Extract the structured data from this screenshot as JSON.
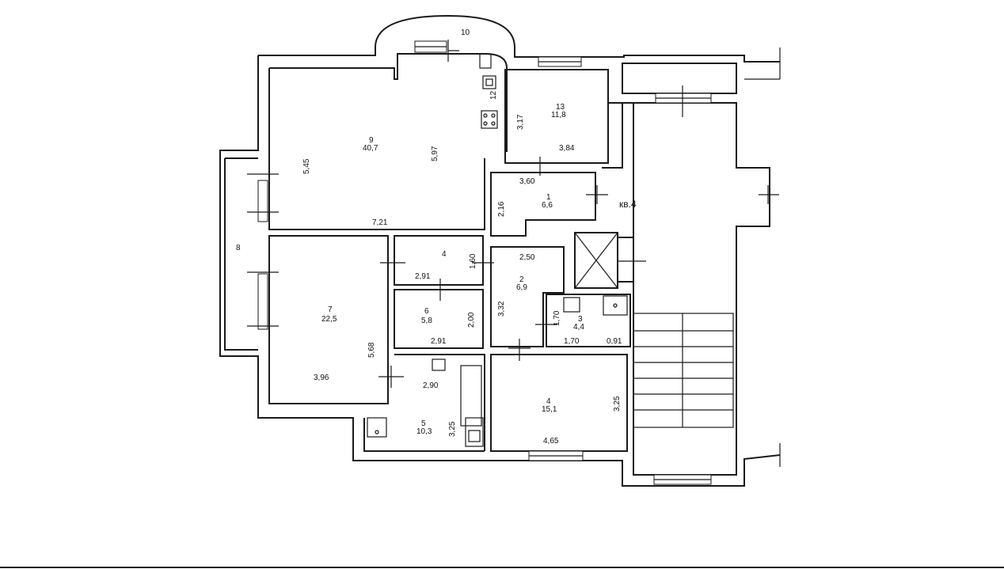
{
  "apartment_label": "кв.4",
  "rooms": [
    {
      "id": "r9",
      "number": "9",
      "area": "40,7",
      "dims": [
        "5,45",
        "5,97",
        "7,21"
      ]
    },
    {
      "id": "r10",
      "number": "10",
      "area": "",
      "dims": []
    },
    {
      "id": "r12",
      "number": "12",
      "area": "",
      "dims": []
    },
    {
      "id": "r13",
      "number": "13",
      "area": "11,8",
      "dims": [
        "3,17",
        "3,84"
      ]
    },
    {
      "id": "r1",
      "number": "1",
      "area": "6,6",
      "dims": [
        "3,60",
        "2,16"
      ]
    },
    {
      "id": "r8",
      "number": "8",
      "area": "",
      "dims": []
    },
    {
      "id": "r7",
      "number": "7",
      "area": "22,5",
      "dims": [
        "5,68",
        "3,96"
      ]
    },
    {
      "id": "r3w",
      "number": "4",
      "area": "",
      "dims": [
        "2,91",
        "1,60"
      ]
    },
    {
      "id": "r2",
      "number": "2",
      "area": "6,9",
      "dims": [
        "2,50",
        "3,32"
      ]
    },
    {
      "id": "r6",
      "number": "6",
      "area": "5,8",
      "dims": [
        "2,00",
        "2,91"
      ]
    },
    {
      "id": "r3",
      "number": "3",
      "area": "4,4",
      "dims": [
        "1,70",
        "1,70",
        "0,91"
      ]
    },
    {
      "id": "r5",
      "number": "5",
      "area": "10,3",
      "dims": [
        "2,90",
        "3,25"
      ]
    },
    {
      "id": "r4",
      "number": "4",
      "area": "15,1",
      "dims": [
        "3,25",
        "4,65"
      ]
    }
  ]
}
